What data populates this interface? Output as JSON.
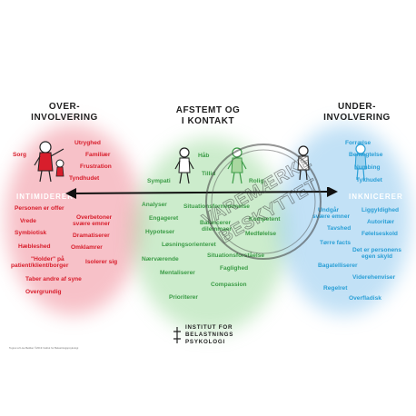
{
  "headings": {
    "left": [
      "OVER-",
      "INVOLVERING"
    ],
    "center": [
      "AFSTEMT OG",
      "I KONTAKT"
    ],
    "right": [
      "UNDER-",
      "INVOLVERING"
    ]
  },
  "bands": {
    "left": "INTIMIDERER",
    "right": "INKNICERER"
  },
  "left_top": [
    "Utryghed",
    "Familiær",
    "Sorg",
    "Frustration",
    "Tyndhudet"
  ],
  "left_bottom": [
    "Personen er offer",
    "Vrede",
    "Overbetoner",
    "svære emner",
    "Symbiotisk",
    "Dramatiserer",
    "Hæbleshed",
    "Omklamrer",
    "\"Holder\" på",
    "patient/klient/borger",
    "Isolerer sig",
    "Taber andre af syne",
    "Overgrundig"
  ],
  "center_top": [
    "Håb",
    "Sympati",
    "Tillid",
    "Rolig"
  ],
  "center_bottom": [
    "Analyser",
    "Situationsfornemmelse",
    "Engageret",
    "Balancerer",
    "dilemmaer",
    "Kompetent",
    "Hypoteser",
    "Medfølelse",
    "Løsningsorienteret",
    "Nærværende",
    "Situationsforståelse",
    "Faglighed",
    "Mentaliserer",
    "Compassion",
    "Prioriterer"
  ],
  "right_top": [
    "Forrælse",
    "Benægtelse",
    "Numbing",
    "Tykhudet"
  ],
  "right_bottom": [
    "Undgår",
    "svære emner",
    "Liggyldighed",
    "Tavshed",
    "Autoritær",
    "Følelseskold",
    "Tørre facts",
    "Det er personens",
    "egen skyld",
    "Bagatelliserer",
    "Viderehenviser",
    "Regelret",
    "Overfladisk"
  ],
  "watermark": "VAREMÆRKE BESKYTTET",
  "logo": [
    "INSTITUT FOR",
    "BELASTNINGS",
    "PSYKOLOGI"
  ],
  "footer_note": "Tegnet af Lise Bødker ©2019 Institut for Belastningspsykologi"
}
